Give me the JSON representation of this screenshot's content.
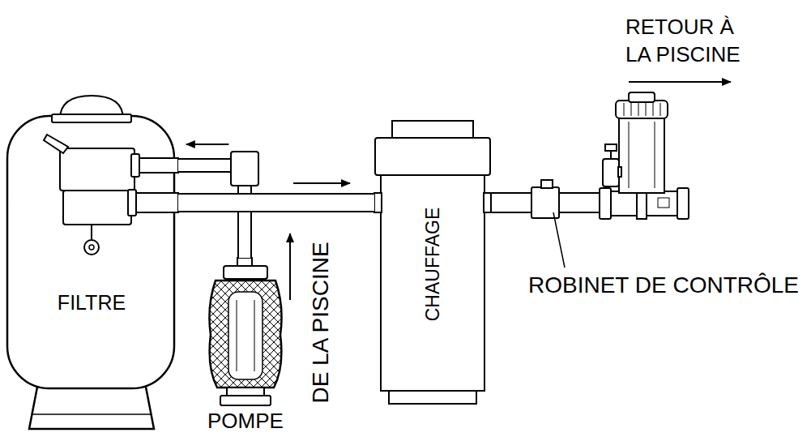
{
  "diagram": {
    "nodes": [
      {
        "text": [
          "FILTRE"
        ]
      },
      {
        "text": [
          "POMPE"
        ]
      },
      {
        "text": [
          "CHAUFFAGE"
        ]
      }
    ],
    "edges": [
      {
        "from": 1,
        "to": 0,
        "arrow": "to"
      },
      {
        "from": 0,
        "to": 2,
        "arrow": "to"
      }
    ],
    "labels": [
      "RETOUR À LA PISCINE",
      "DE LA PISCINE",
      "ROBINET DE CONTRÔLE"
    ]
  }
}
